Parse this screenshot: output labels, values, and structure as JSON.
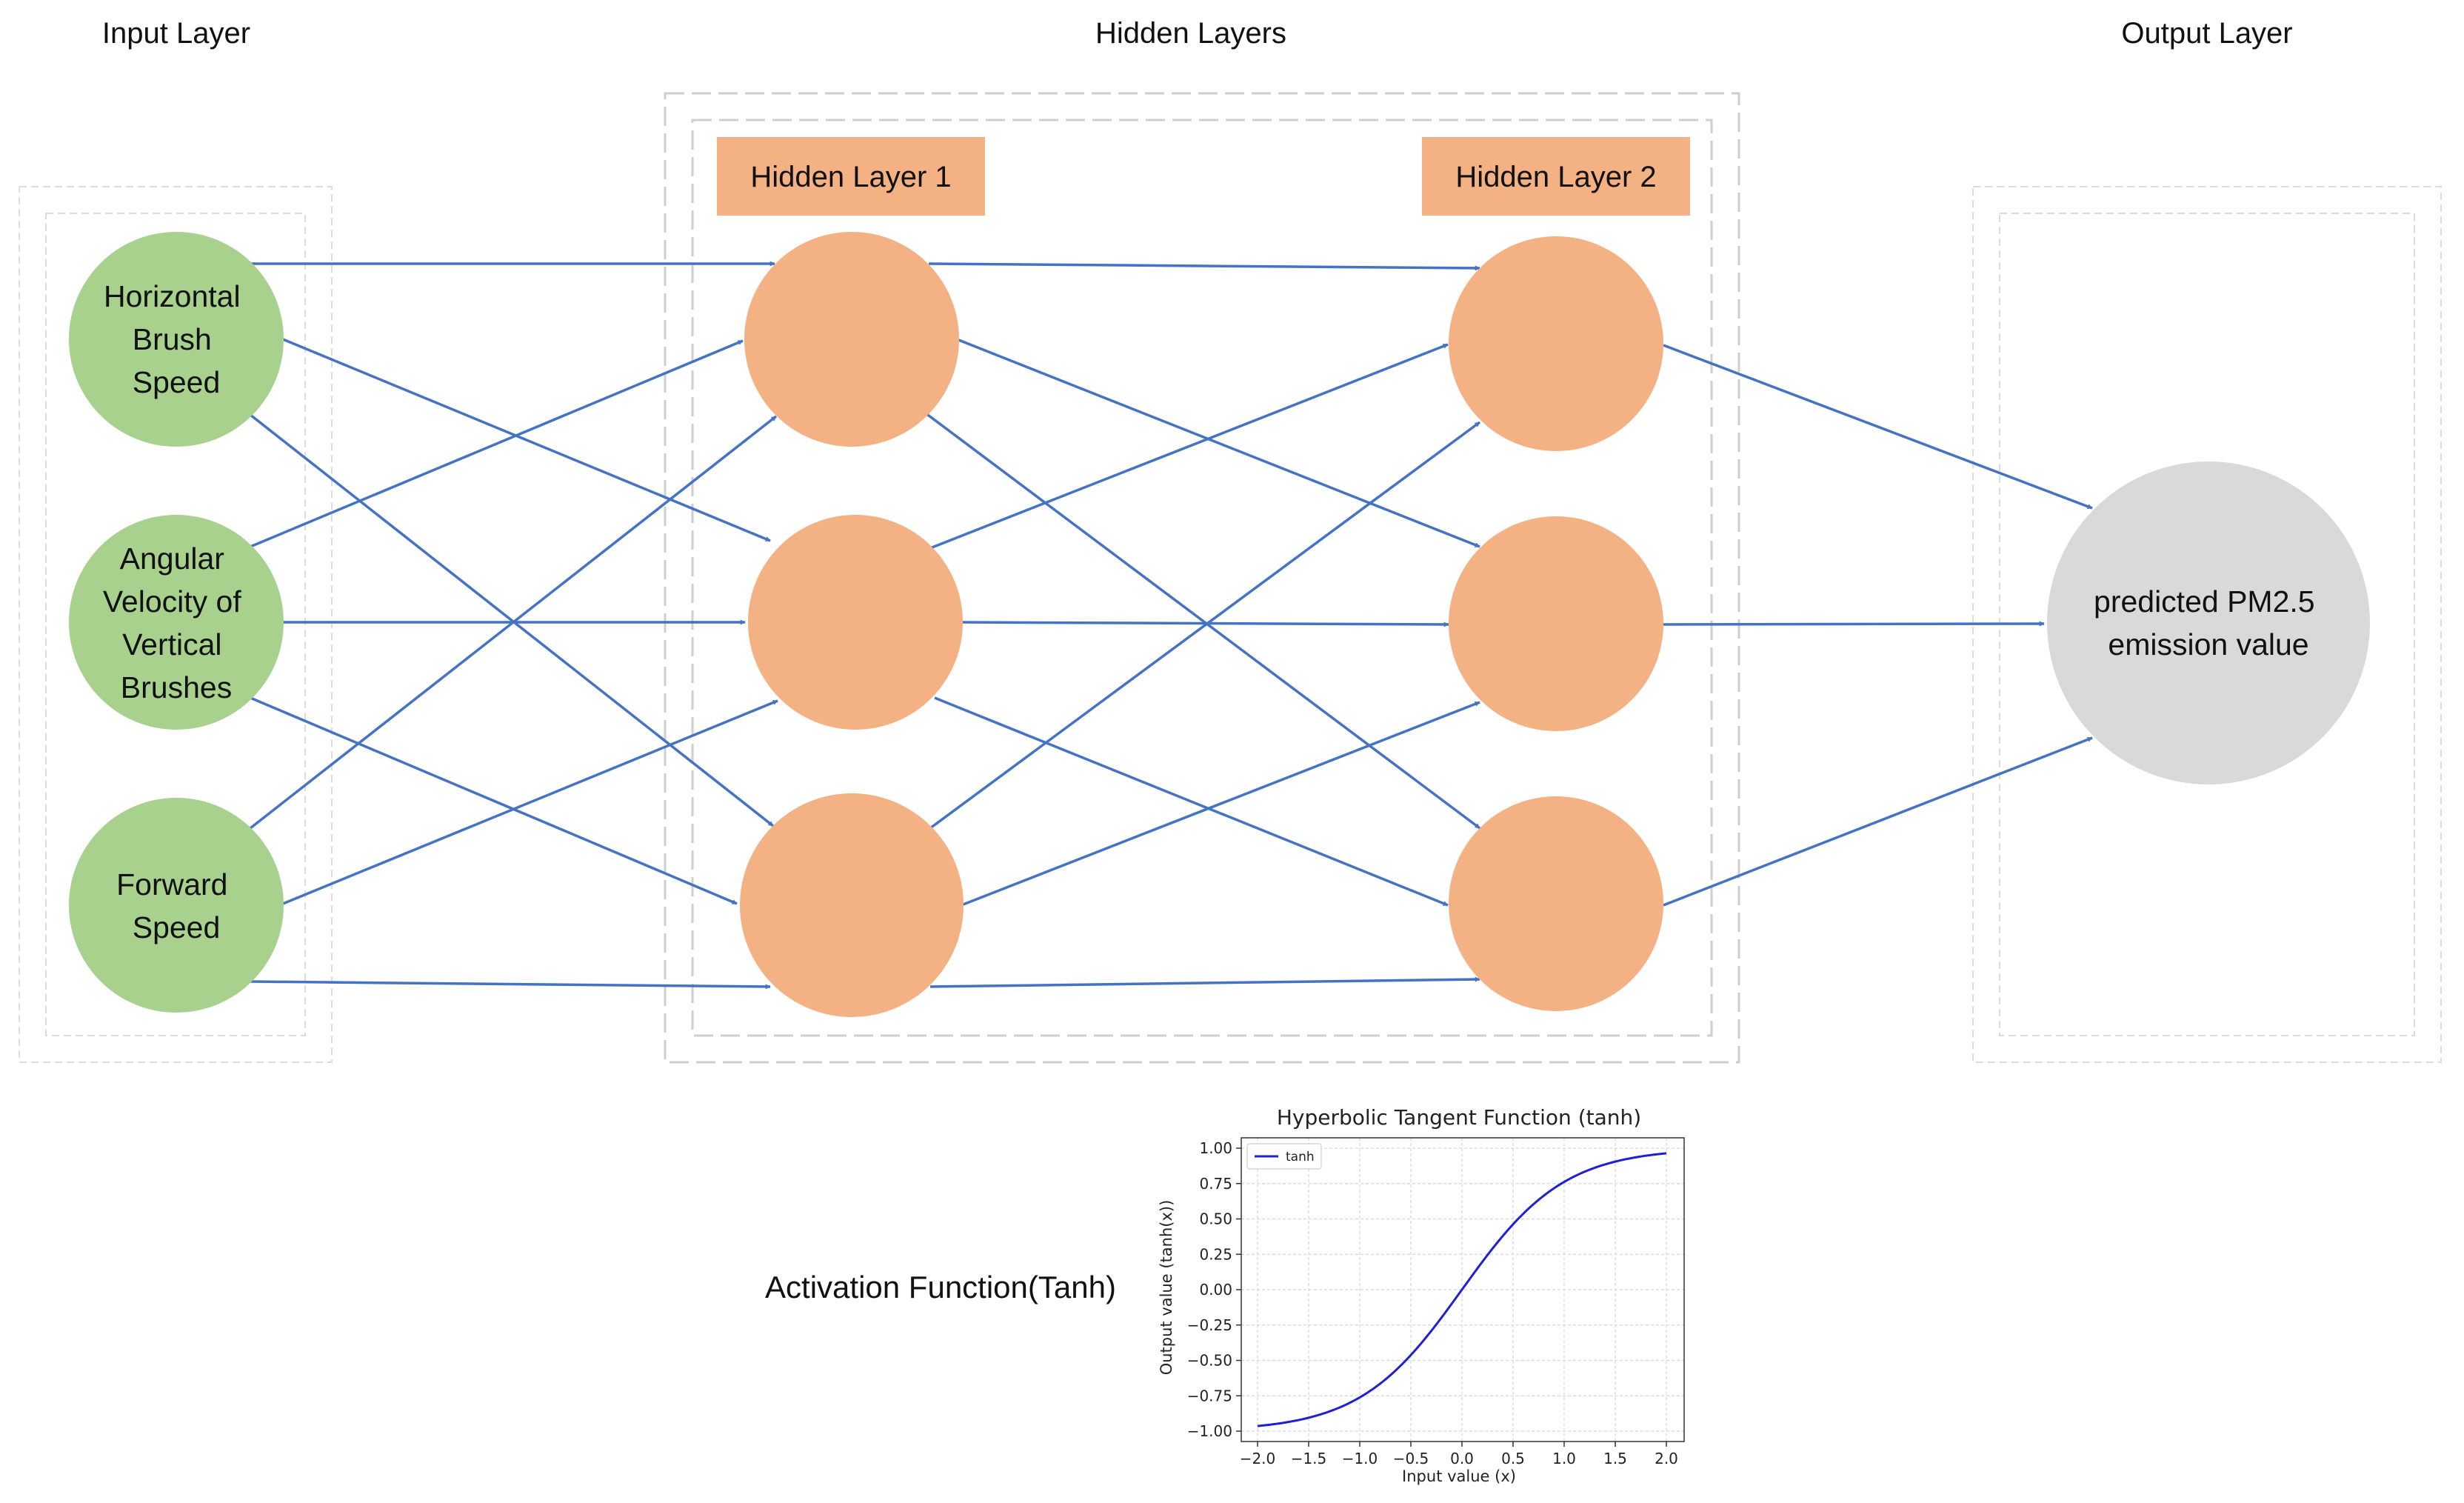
{
  "headers": {
    "input": "Input Layer",
    "hidden": "Hidden Layers",
    "output": "Output Layer"
  },
  "hidden_boxes": {
    "layer1": "Hidden Layer 1",
    "layer2": "Hidden Layer 2"
  },
  "input_nodes": [
    [
      "Horizontal",
      "Brush",
      "Speed"
    ],
    [
      "Angular",
      "Velocity of",
      "Vertical",
      "Brushes"
    ],
    [
      "Forward",
      "Speed"
    ]
  ],
  "output_node": [
    "predicted PM2.5",
    "emission value"
  ],
  "activation_label": "Activation Function(Tanh)",
  "colors": {
    "input_node": "#a9d18e",
    "hidden_node": "#f4b183",
    "output_node": "#d9d9d9",
    "edge": "#4472c4",
    "tanh_line": "#1f1fd6",
    "dashed_border": "#cccccc"
  },
  "chart_data": {
    "type": "line",
    "title": "Hyperbolic Tangent Function (tanh)",
    "xlabel": "Input value (x)",
    "ylabel": "Output value (tanh(x))",
    "xlim": [
      -2.0,
      2.0
    ],
    "ylim": [
      -1.0,
      1.0
    ],
    "grid": true,
    "legend_position": "top-left",
    "xticks": [
      "−2.0",
      "−1.5",
      "−1.0",
      "−0.5",
      "0.0",
      "0.5",
      "1.0",
      "1.5",
      "2.0"
    ],
    "yticks": [
      "1.00",
      "0.75",
      "0.50",
      "0.25",
      "0.00",
      "−0.25",
      "−0.50",
      "−0.75",
      "−1.00"
    ],
    "series": [
      {
        "name": "tanh",
        "x": [
          -2.0,
          -1.75,
          -1.5,
          -1.25,
          -1.0,
          -0.75,
          -0.5,
          -0.25,
          0.0,
          0.25,
          0.5,
          0.75,
          1.0,
          1.25,
          1.5,
          1.75,
          2.0
        ],
        "y": [
          -0.964,
          -0.941,
          -0.905,
          -0.848,
          -0.762,
          -0.635,
          -0.462,
          -0.245,
          0.0,
          0.245,
          0.462,
          0.635,
          0.762,
          0.848,
          0.905,
          0.941,
          0.964
        ]
      }
    ]
  }
}
